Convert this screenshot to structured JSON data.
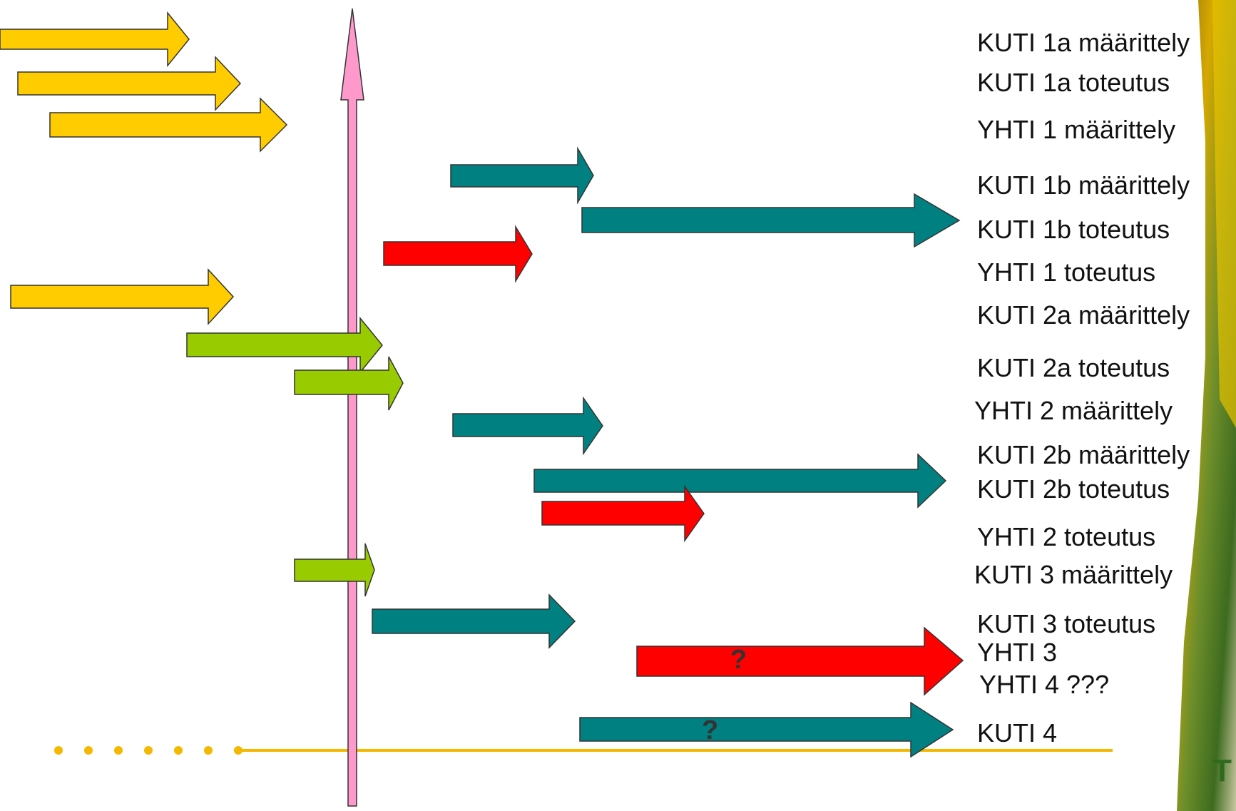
{
  "labels": [
    "KUTI 1a määrittely",
    "KUTI 1a toteutus",
    "YHTI 1 määrittely",
    "KUTI 1b määrittely",
    "KUTI 1b toteutus",
    "YHTI 1 toteutus",
    "KUTI 2a määrittely",
    "KUTI 2a toteutus",
    "YHTI 2 määrittely",
    "KUTI 2b määrittely",
    "KUTI 2b toteutus",
    "YHTI 2 toteutus",
    "KUTI 3 määrittely",
    "KUTI 3 toteutus",
    "YHTI 3",
    "YHTI 4 ???",
    "KUTI 4"
  ],
  "question_marks": [
    "?",
    "?"
  ],
  "corner_text": "T",
  "colors": {
    "yellow": "#FFCC00",
    "teal": "#008080",
    "red": "#FF0000",
    "green": "#99CC00",
    "pink": "#FF99CC",
    "baseline": "#F5B800"
  }
}
